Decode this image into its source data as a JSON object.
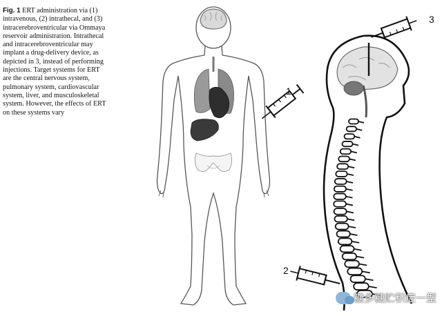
{
  "caption": {
    "label": "Fig. 1",
    "text": " ERT administration via (1) intravenous, (2) intrathecal, and (3) intracerebroventricular via Ommaya reservoir administration. Intrathecal and intracerebroventricular may implant a drug-delivery device, as depicted in 3, instead of performing injections. Target systems for ERT are the central nervous system, pulmonary system, cardiovascular system, liver, and musculoskeletal system. However, the effects of ERT on these systems vary"
  },
  "labels": {
    "route1": "1",
    "route2": "2",
    "route3": "3"
  },
  "watermark": {
    "text": "糖多糖贮积症一型"
  },
  "colors": {
    "outline": "#111111",
    "organ_gray": "#8a8a8a",
    "organ_dark": "#3a3a3a",
    "light": "#cfcfcf"
  }
}
